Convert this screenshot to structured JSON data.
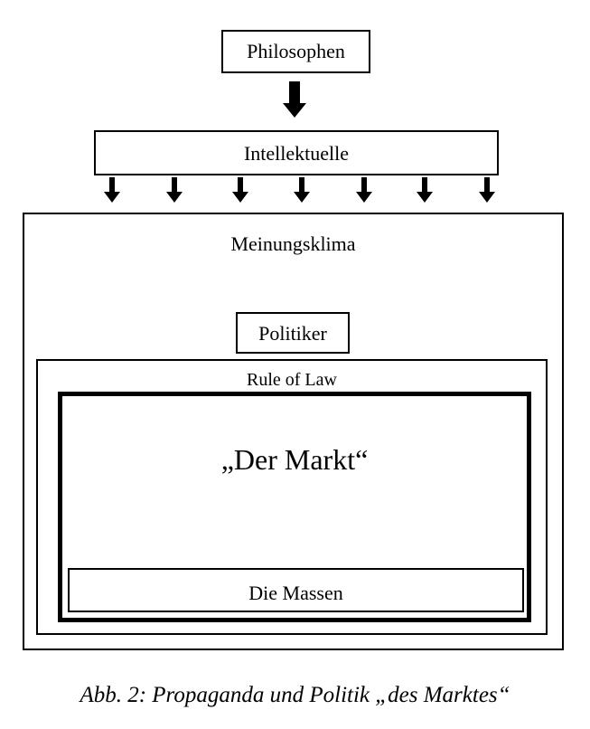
{
  "diagram": {
    "philosophen": "Philosophen",
    "intellektuelle": "Intellektuelle",
    "meinungsklima": "Meinungsklima",
    "politiker": "Politiker",
    "rule_of_law": "Rule of Law",
    "der_markt": "„Der Markt“",
    "die_massen": "Die Massen"
  },
  "caption": "Abb. 2: Propaganda und Politik „des Marktes“",
  "colors": {
    "stroke": "#000000",
    "background": "#ffffff"
  }
}
